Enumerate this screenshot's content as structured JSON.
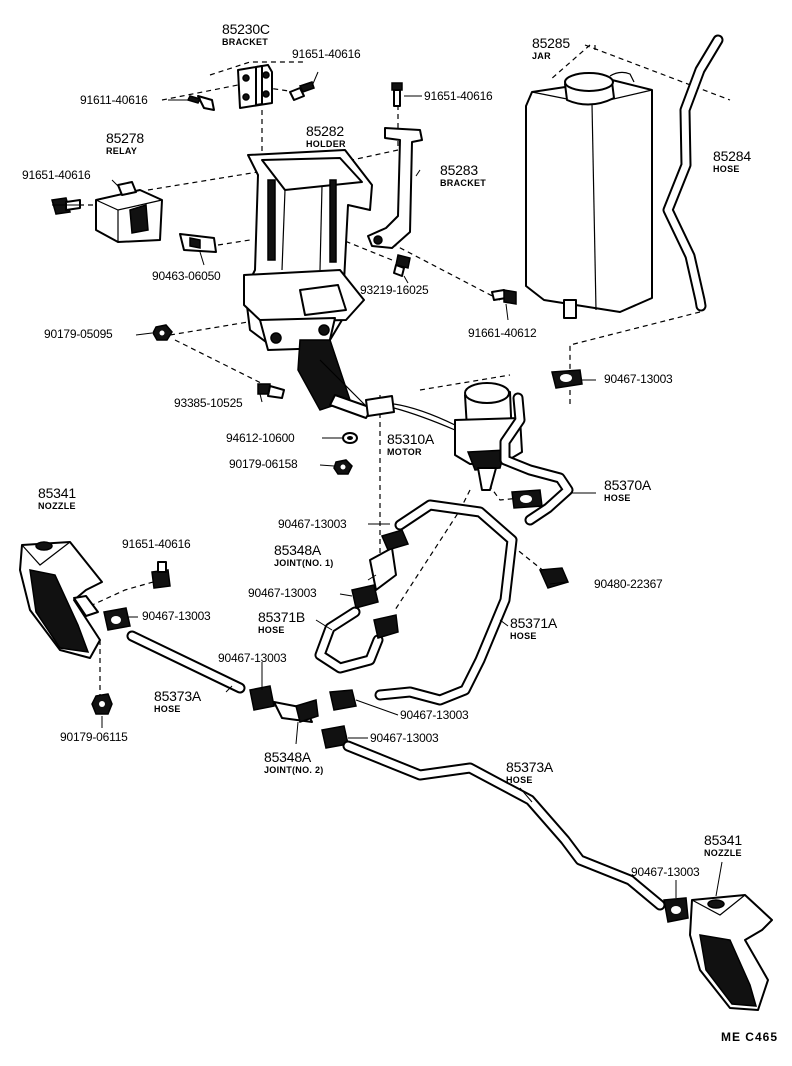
{
  "labels": {
    "bracket_85230c": {
      "number": "85230C",
      "name": "BRACKET"
    },
    "relay_85278": {
      "number": "85278",
      "name": "RELAY"
    },
    "holder_85282": {
      "number": "85282",
      "name": "HOLDER"
    },
    "bracket_85283": {
      "number": "85283",
      "name": "BRACKET"
    },
    "jar_85285": {
      "number": "85285",
      "name": "JAR"
    },
    "hose_85284": {
      "number": "85284",
      "name": "HOSE"
    },
    "motor_85310a": {
      "number": "85310A",
      "name": "MOTOR"
    },
    "hose_85370a": {
      "number": "85370A",
      "name": "HOSE"
    },
    "nozzle_85341_left": {
      "number": "85341",
      "name": "NOZZLE"
    },
    "joint_85348a_1": {
      "number": "85348A",
      "name": "JOINT(NO. 1)"
    },
    "hose_85371b": {
      "number": "85371B",
      "name": "HOSE"
    },
    "hose_85371a": {
      "number": "85371A",
      "name": "HOSE"
    },
    "hose_85373a_left": {
      "number": "85373A",
      "name": "HOSE"
    },
    "joint_85348a_2": {
      "number": "85348A",
      "name": "JOINT(NO. 2)"
    },
    "hose_85373a_right": {
      "number": "85373A",
      "name": "HOSE"
    },
    "nozzle_85341_right": {
      "number": "85341",
      "name": "NOZZLE"
    }
  },
  "part_numbers": {
    "p91651_40616_top": "91651-40616",
    "p91611_40616": "91611-40616",
    "p91651_40616_jar": "91651-40616",
    "p91651_40616_relay": "91651-40616",
    "p90463_06050": "90463-06050",
    "p93219_16025": "93219-16025",
    "p91661_40612": "91661-40612",
    "p90179_05095": "90179-05095",
    "p90467_13003_motor": "90467-13003",
    "p93385_10525": "93385-10525",
    "p94612_10600": "94612-10600",
    "p90179_06158": "90179-06158",
    "p90467_13003_joint1": "90467-13003",
    "p91651_40616_nozzle": "91651-40616",
    "p90467_13003_left": "90467-13003",
    "p90467_13003_a": "90467-13003",
    "p90480_22367": "90480-22367",
    "p90467_13003_b": "90467-13003",
    "p90467_13003_c": "90467-13003",
    "p90467_13003_d": "90467-13003",
    "p90179_06115": "90179-06115",
    "p90467_13003_right": "90467-13003"
  },
  "footer": {
    "code": "ME  C465"
  }
}
